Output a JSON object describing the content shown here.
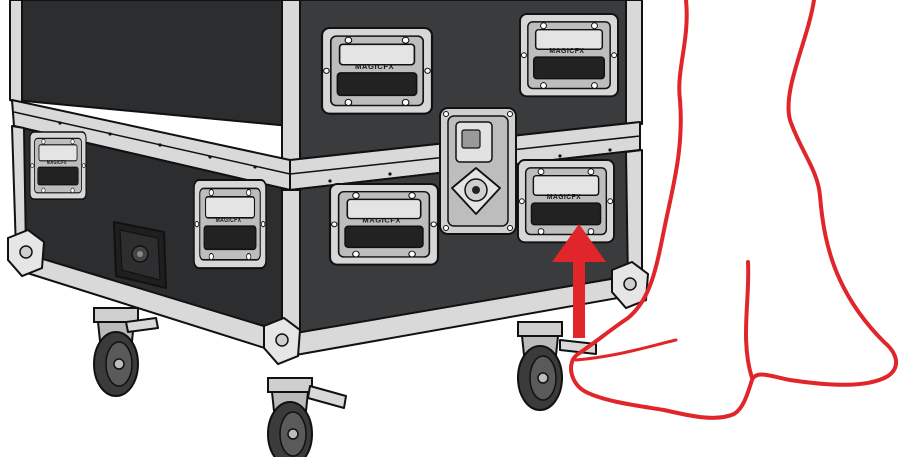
{
  "illustration": {
    "subject": "flight-case-on-casters",
    "action": "foot-lifts-caster-brake-lever-up",
    "handle_logo_text": "MAGICFX",
    "colors": {
      "case_panel": "#3a3b3d",
      "case_panel_dark": "#2c2d2f",
      "aluminium": "#d9d9d9",
      "handle_tray": "#c9c9c9",
      "wheel": "#3b3b3b",
      "arrow": "#e0262a",
      "foot_outline": "#e0262a",
      "background": "#ffffff"
    }
  }
}
